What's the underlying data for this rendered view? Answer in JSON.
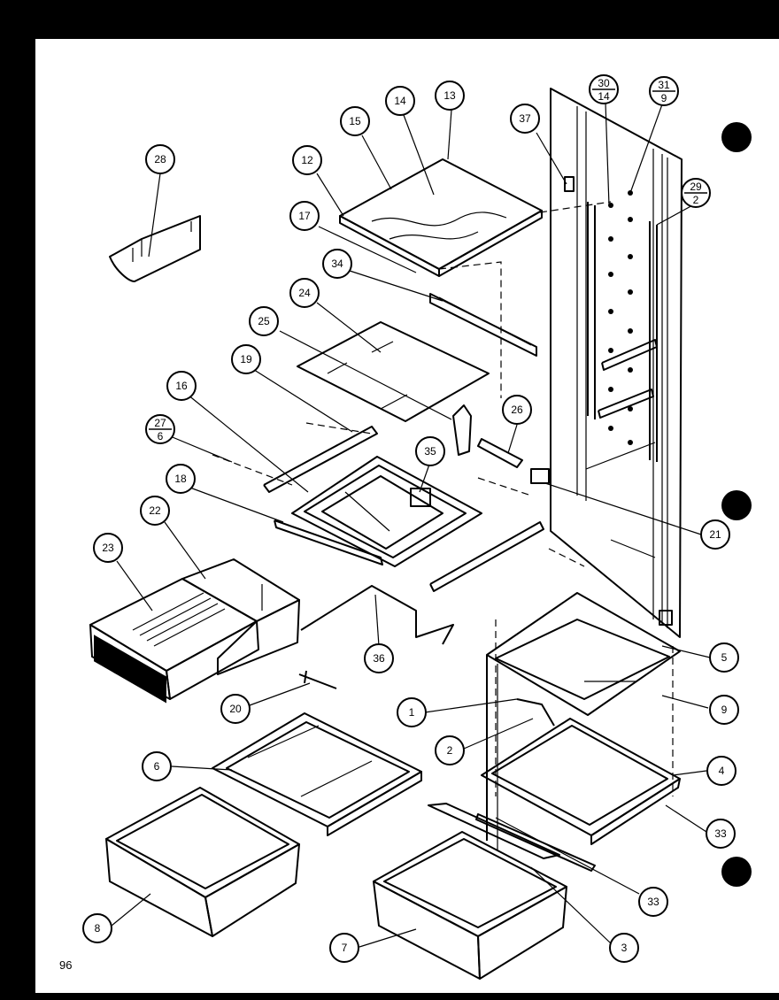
{
  "page_number": "96",
  "callouts": [
    {
      "id": "c28",
      "label": "28"
    },
    {
      "id": "c15",
      "label": "15"
    },
    {
      "id": "c14",
      "label": "14"
    },
    {
      "id": "c13",
      "label": "13"
    },
    {
      "id": "c12",
      "label": "12"
    },
    {
      "id": "c17",
      "label": "17"
    },
    {
      "id": "c34",
      "label": "34"
    },
    {
      "id": "c24",
      "label": "24"
    },
    {
      "id": "c25",
      "label": "25"
    },
    {
      "id": "c19",
      "label": "19"
    },
    {
      "id": "c16",
      "label": "16"
    },
    {
      "id": "c26",
      "label": "26"
    },
    {
      "id": "c35",
      "label": "35"
    },
    {
      "id": "c18",
      "label": "18"
    },
    {
      "id": "c22",
      "label": "22"
    },
    {
      "id": "c23",
      "label": "23"
    },
    {
      "id": "c21",
      "label": "21"
    },
    {
      "id": "c36",
      "label": "36"
    },
    {
      "id": "c20",
      "label": "20"
    },
    {
      "id": "c5",
      "label": "5"
    },
    {
      "id": "c9",
      "label": "9"
    },
    {
      "id": "c1",
      "label": "1"
    },
    {
      "id": "c2",
      "label": "2"
    },
    {
      "id": "c4",
      "label": "4"
    },
    {
      "id": "c6",
      "label": "6"
    },
    {
      "id": "c33a",
      "label": "33"
    },
    {
      "id": "c33b",
      "label": "33"
    },
    {
      "id": "c8",
      "label": "8"
    },
    {
      "id": "c7",
      "label": "7"
    },
    {
      "id": "c3",
      "label": "3"
    },
    {
      "id": "c37",
      "label": "37"
    }
  ],
  "fraction_callouts": [
    {
      "id": "f30",
      "top": "30",
      "bottom": "14"
    },
    {
      "id": "f31",
      "top": "31",
      "bottom": "9"
    },
    {
      "id": "f29",
      "top": "29",
      "bottom": "2"
    },
    {
      "id": "f27",
      "top": "27",
      "bottom": "6"
    }
  ]
}
